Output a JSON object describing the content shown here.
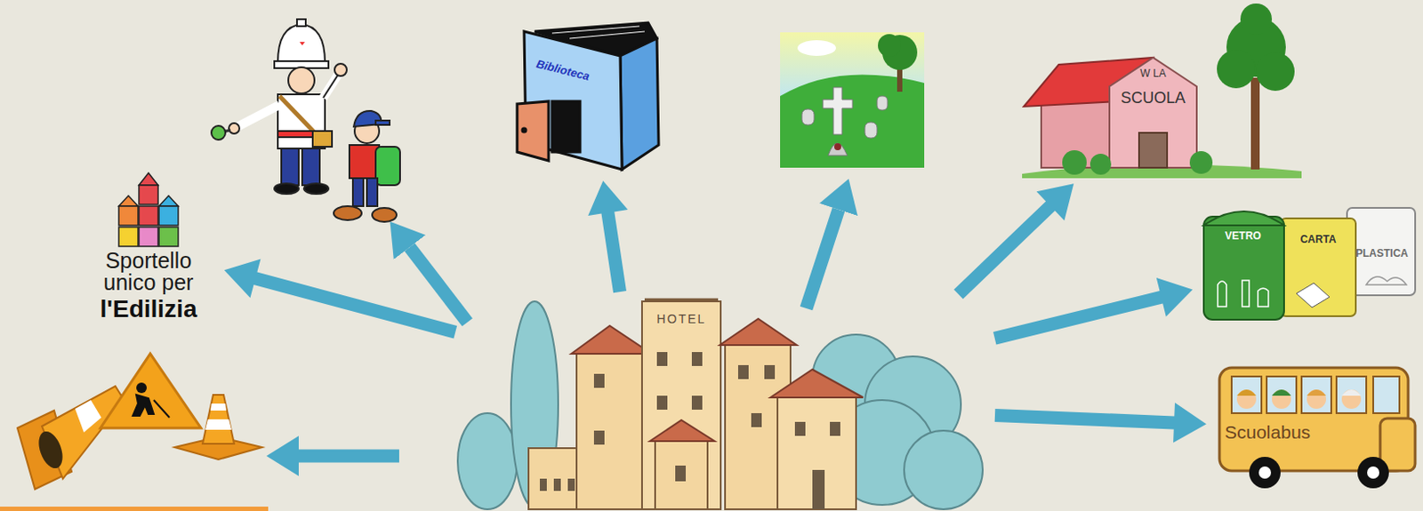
{
  "diagram": {
    "nodes": [
      {
        "text": [
          "HOTEL"
        ]
      },
      {
        "text": [
          "Sportello unico per",
          "l'Edilizia"
        ]
      },
      {
        "text": [
          "Biblioteca"
        ]
      },
      {
        "text": [
          "W LA",
          "SCUOLA"
        ]
      },
      {
        "text": [
          "VETRO",
          "CARTA",
          "PLASTICA"
        ]
      },
      {
        "text": [
          "Scuolabus"
        ]
      }
    ],
    "edges": [
      {
        "from": 0,
        "to": 1,
        "arrow": "to"
      },
      {
        "from": 0,
        "to": 2,
        "arrow": "to"
      },
      {
        "from": 0,
        "to": 3,
        "arrow": "to"
      },
      {
        "from": 0,
        "to": 4,
        "arrow": "to"
      },
      {
        "from": 0,
        "to": 5,
        "arrow": "to"
      }
    ]
  }
}
